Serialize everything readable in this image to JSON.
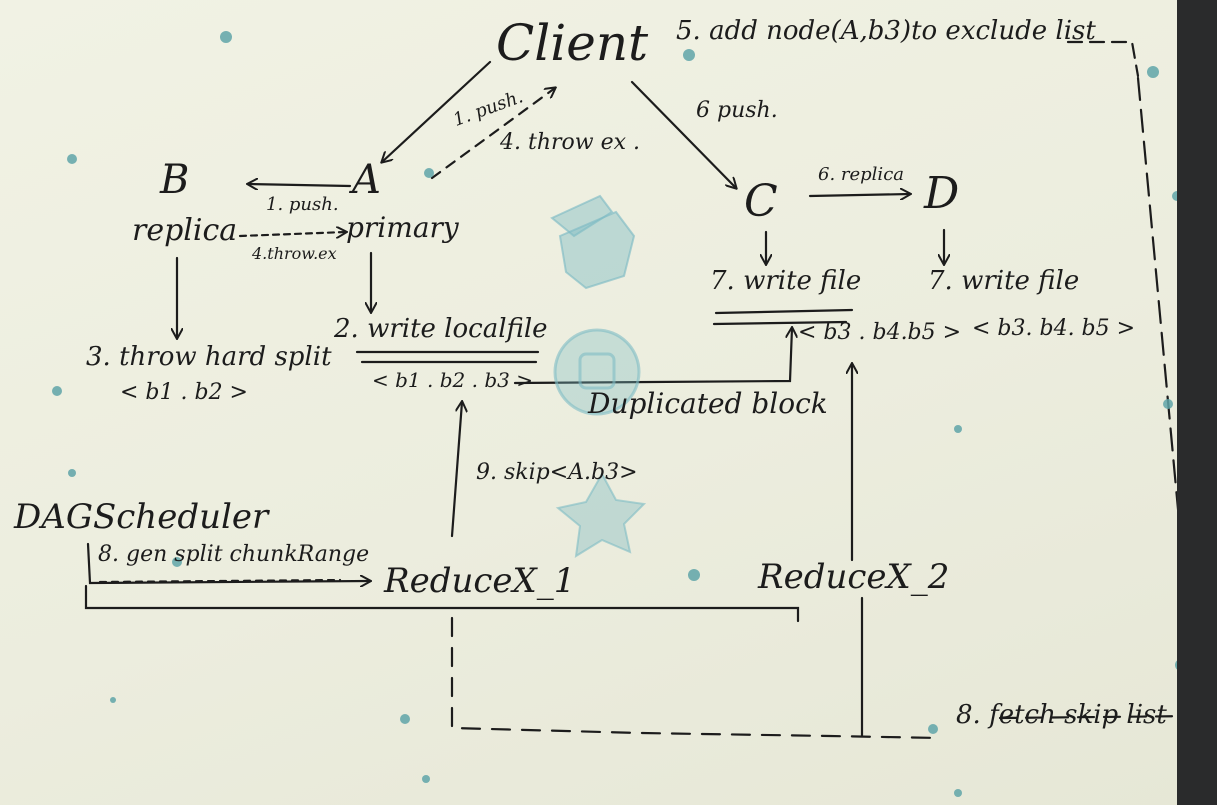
{
  "nodes": {
    "client": "Client",
    "a": "A",
    "b": "B",
    "c": "C",
    "d": "D",
    "b_role": "replica",
    "a_role": "primary",
    "dag": "DAGScheduler",
    "r1": "ReduceX_1",
    "r2": "ReduceX_2"
  },
  "labels": {
    "push1": "1. push.",
    "throw4": "4. throw ex .",
    "push6": "6 push.",
    "add5": "5. add node(A,b3)to exclude list",
    "push_ab": "1. push.",
    "throw_ab": "4.throw.ex",
    "throw3a": "3. throw hard split",
    "throw3b": "< b1 . b2 >",
    "write2": "2. write localfile",
    "blocksA": "< b1 . b2 . b3 >",
    "dup": "Duplicated block",
    "replica6": "6. replica",
    "writeC": "7. write file",
    "writeD": "7. write file",
    "blocksC": "< b3 . b4.b5 >",
    "blocksD": "< b3. b4. b5 >",
    "skip9": "9. skip<A.b3>",
    "gen8": "8. gen split chunkRange",
    "fetch8": "8. fetch skip list"
  },
  "colors": {
    "paper": "#efefe2",
    "ink": "#1c1c1c",
    "dots": "#5fa4a8",
    "watermark": "#7fbcc4",
    "edge": "#2a2b2c"
  }
}
